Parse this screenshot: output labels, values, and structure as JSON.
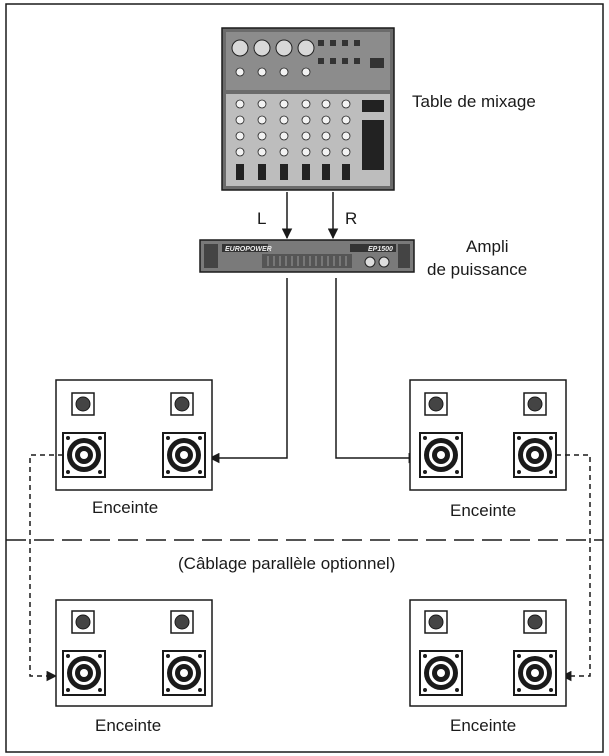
{
  "labels": {
    "mixer": "Table de mixage",
    "amp_line1": "Ampli",
    "amp_line2": "de puissance",
    "channel_left": "L",
    "channel_right": "R",
    "optional_note": "(Câblage parallèle optionnel)"
  },
  "devices": {
    "amp_brand": "EUROPOWER",
    "amp_model": "EP1500"
  },
  "speakers": [
    {
      "label": "Enceinte"
    },
    {
      "label": "Enceinte"
    },
    {
      "label": "Enceinte"
    },
    {
      "label": "Enceinte"
    }
  ],
  "colors": {
    "line": "#1a1a1a",
    "mixer": "#5a5a5a",
    "amp": "#6a6a6a"
  }
}
